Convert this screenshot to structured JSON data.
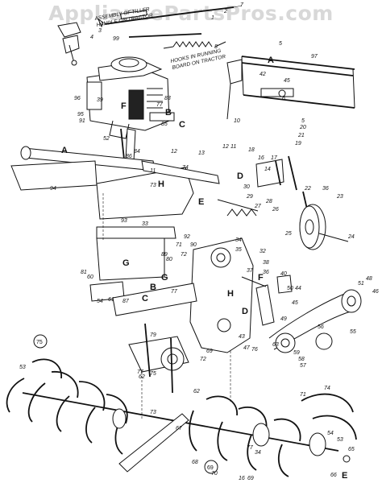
{
  "watermark": "AppliancePartsPros.com",
  "notes": {
    "assembly_line1": "ASSEMBLY OF TILLER",
    "assembly_line2": "HANDLE ON TRACTOR",
    "hooks_line1": "HOOKS IN RUNNING",
    "hooks_line2": "BOARD ON TRACTOR"
  },
  "letters": [
    {
      "id": "A-frame",
      "text": "A"
    },
    {
      "id": "A-bar",
      "text": "A"
    },
    {
      "id": "B-engine",
      "text": "B"
    },
    {
      "id": "C-engine",
      "text": "C"
    },
    {
      "id": "F-engine",
      "text": "F"
    },
    {
      "id": "D-bracket",
      "text": "D"
    },
    {
      "id": "E-upper",
      "text": "E"
    },
    {
      "id": "H-upper",
      "text": "H"
    },
    {
      "id": "G-guard",
      "text": "G"
    },
    {
      "id": "G-lower",
      "text": "G"
    },
    {
      "id": "B-lower",
      "text": "B"
    },
    {
      "id": "C-lower",
      "text": "C"
    },
    {
      "id": "H-lower",
      "text": "H"
    },
    {
      "id": "D-lower",
      "text": "D"
    },
    {
      "id": "F-lower",
      "text": "F"
    },
    {
      "id": "E-lower",
      "text": "E"
    }
  ],
  "part_labels": [
    "7",
    "2",
    "1",
    "3",
    "4",
    "99",
    "8",
    "5",
    "97",
    "42",
    "45",
    "10",
    "6",
    "96",
    "39",
    "83",
    "77",
    "95",
    "91",
    "85",
    "52",
    "94",
    "84",
    "86",
    "12",
    "13",
    "74",
    "11",
    "73",
    "5",
    "20",
    "21",
    "19",
    "18",
    "16",
    "17",
    "14",
    "12",
    "11",
    "30",
    "29",
    "28",
    "27",
    "26",
    "22",
    "36",
    "23",
    "25",
    "24",
    "33",
    "93",
    "81",
    "92",
    "90",
    "71",
    "89",
    "72",
    "69",
    "62",
    "34",
    "35",
    "32",
    "38",
    "37",
    "36",
    "40",
    "44",
    "45",
    "46",
    "51",
    "48",
    "50",
    "49",
    "43",
    "47",
    "60",
    "61",
    "87",
    "80",
    "79",
    "77",
    "76",
    "63",
    "59",
    "58",
    "57",
    "56",
    "55",
    "54",
    "53",
    "77",
    "75",
    "72",
    "73",
    "62",
    "74",
    "71",
    "54",
    "53",
    "65",
    "66",
    "67",
    "68",
    "77",
    "34",
    "70",
    "16",
    "69"
  ],
  "circled": [
    "75",
    "69"
  ]
}
